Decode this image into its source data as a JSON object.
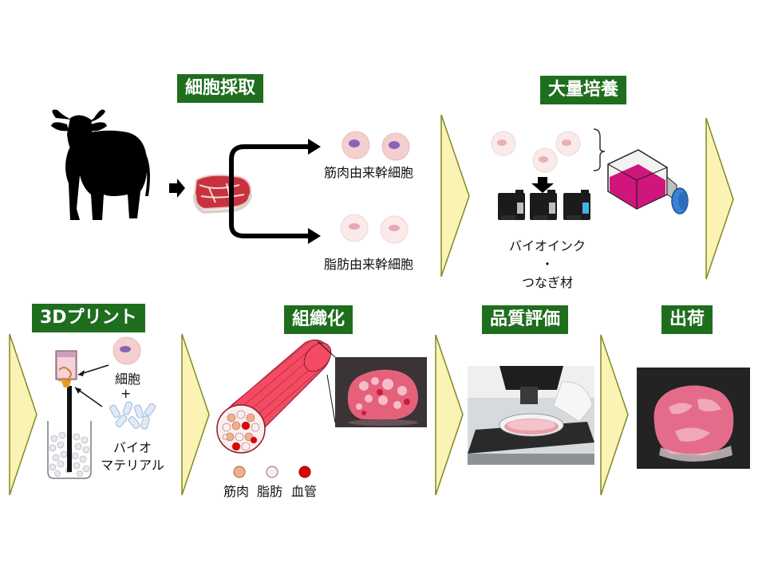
{
  "stages": {
    "cell_harvest": "細胞採取",
    "mass_culture": "大量培養",
    "print_3d": "3Dプリント",
    "tissue": "組織化",
    "quality": "品質評価",
    "shipping": "出荷"
  },
  "labels": {
    "muscle_stem_cells": "筋肉由来幹細胞",
    "fat_stem_cells": "脂肪由来幹細胞",
    "bio_ink": "バイオインク",
    "dot": "・",
    "binder": "つなぎ材",
    "cells": "細胞",
    "plus": "+",
    "bio": "バイオ",
    "material": "マテリアル",
    "legend_muscle": "筋肉",
    "legend_fat": "脂肪",
    "legend_vessel": "血管"
  },
  "colors": {
    "title_bg": "#1e6e1e",
    "muscle": "#f2b08a",
    "fat": "#fbeeee",
    "vessel": "#e00000",
    "tissue_red": "#f24b63",
    "flask_magenta": "#d0157c",
    "cap_blue": "#3a82d6",
    "arrow_fill": "#fbf3b4",
    "arrow_stroke": "#7f8a22"
  },
  "icons": {
    "cow": "cow-silhouette-icon",
    "meat": "meat-slab-icon",
    "cartridge": "ink-cartridge-icon",
    "flask": "culture-flask-icon",
    "syringe": "bioprinter-syringe-icon"
  }
}
